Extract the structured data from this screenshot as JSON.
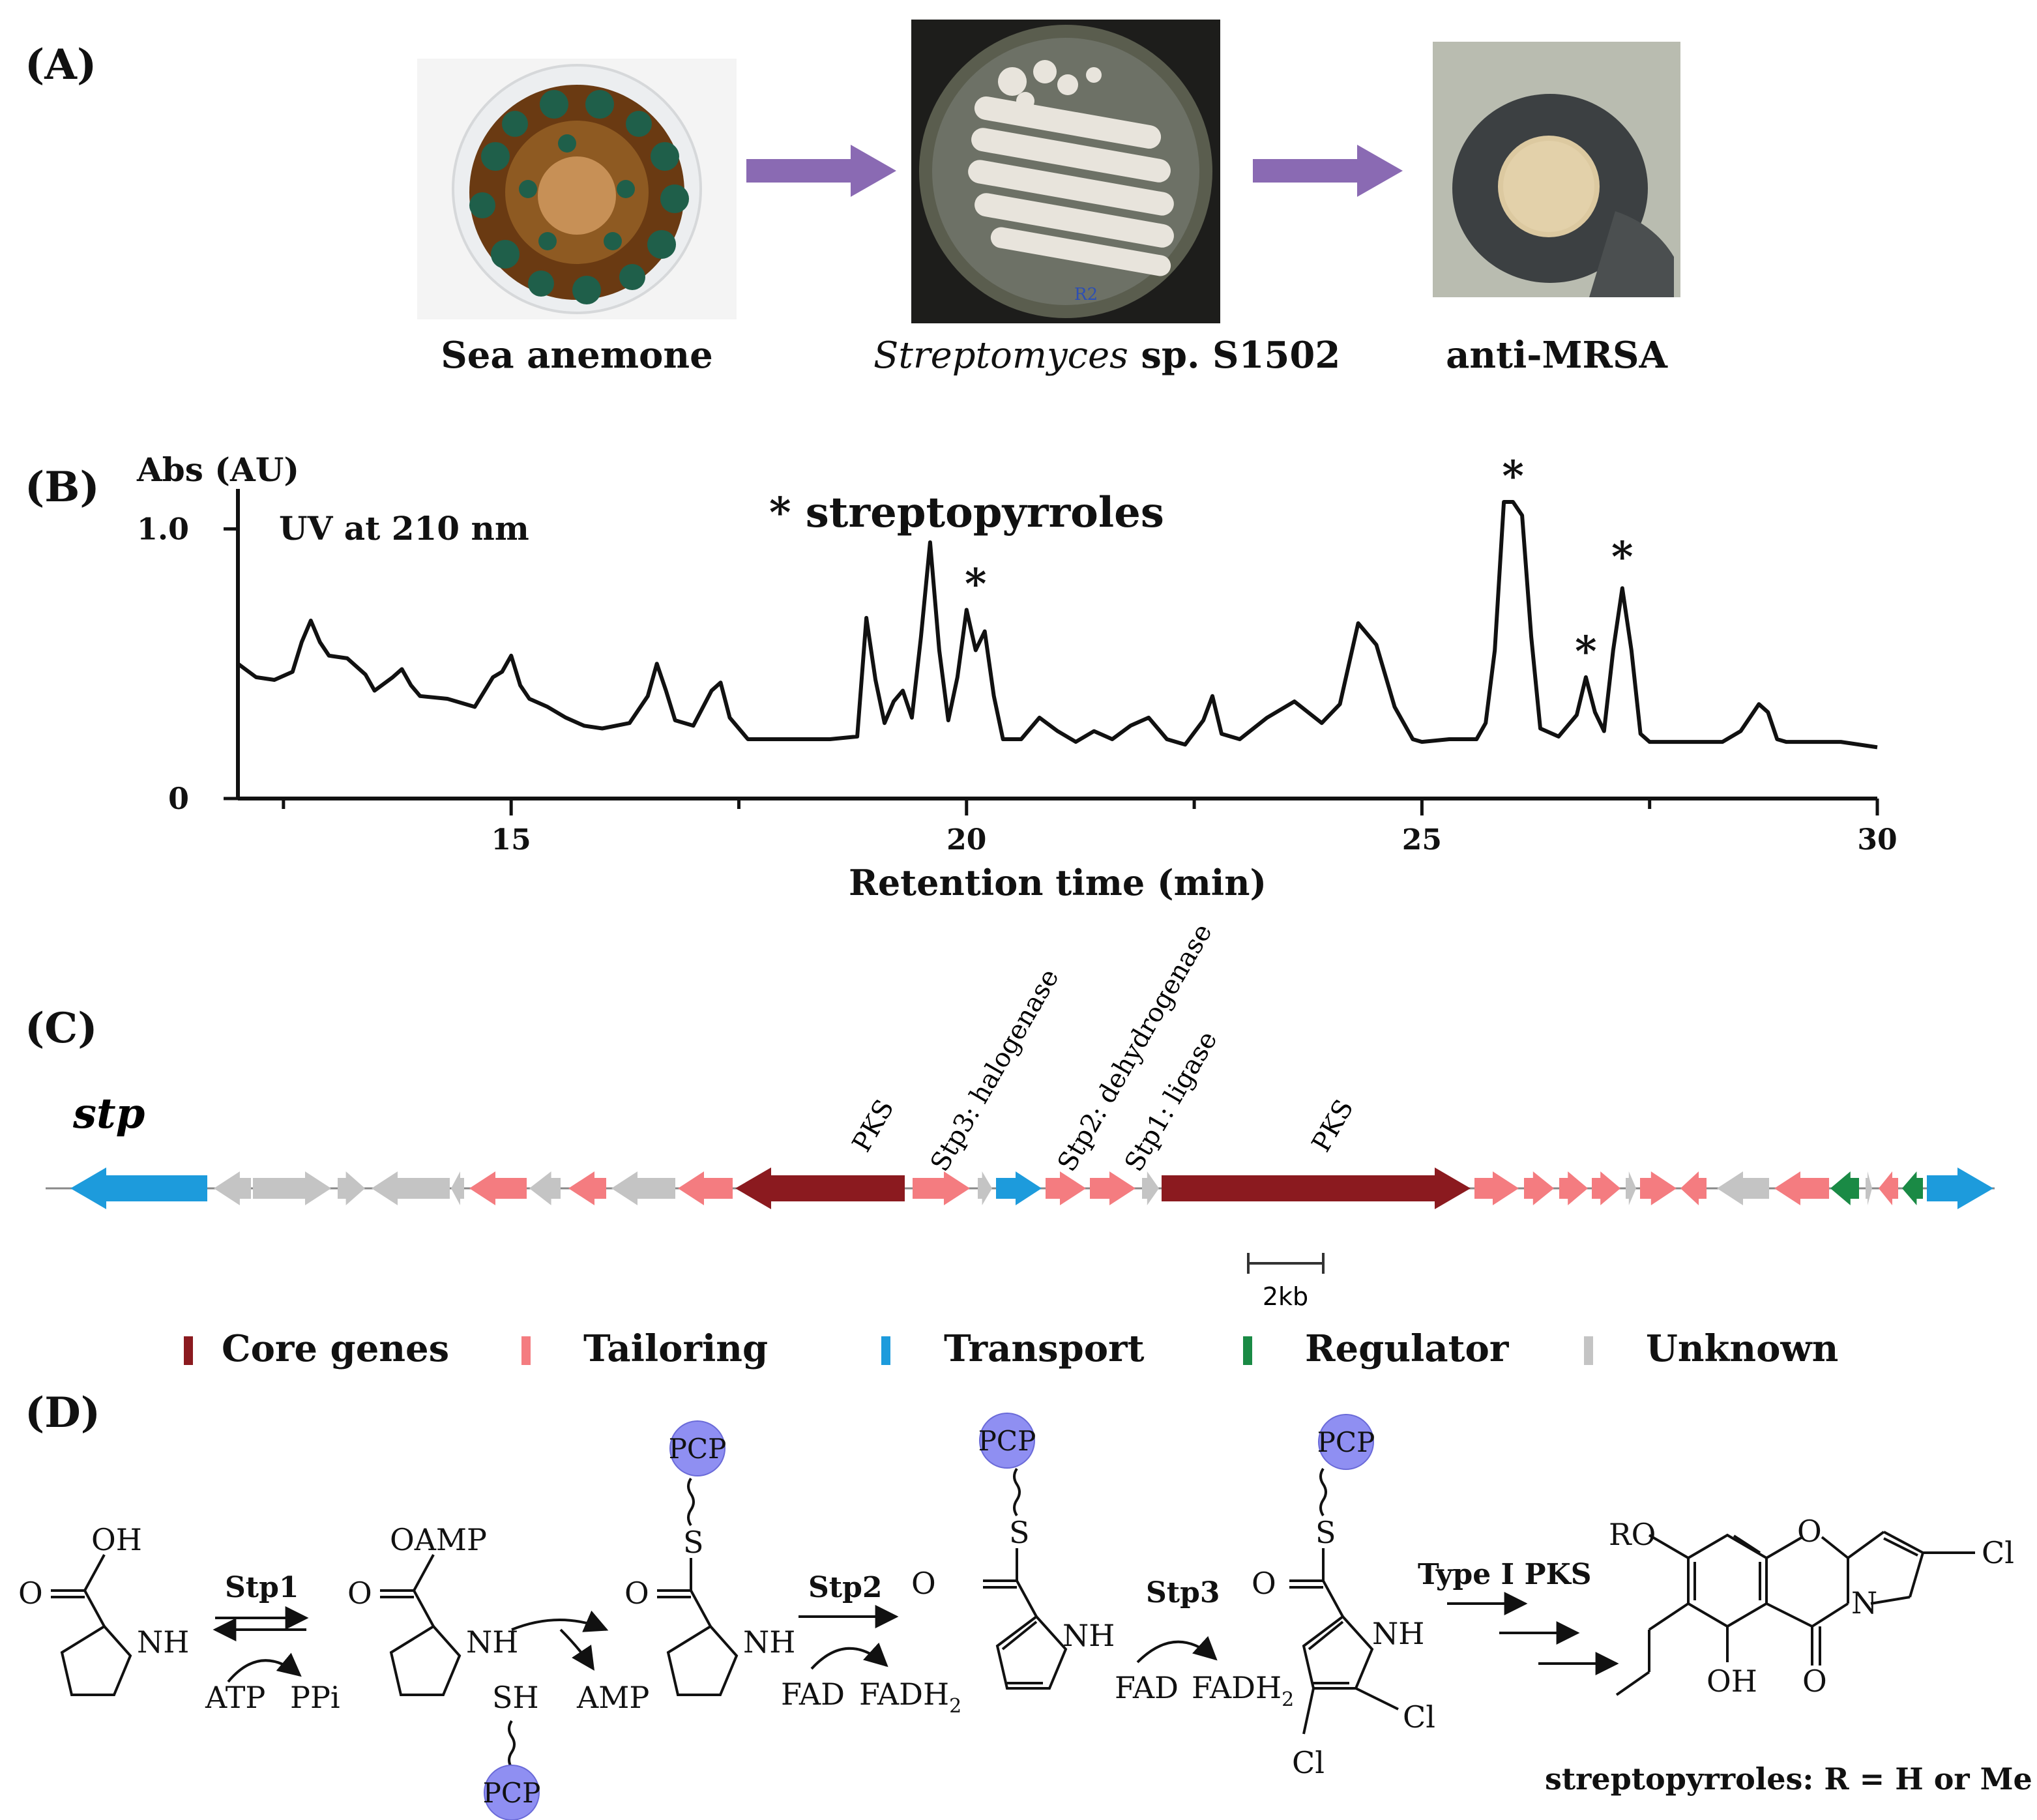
{
  "panels": {
    "a": "(A)",
    "b": "(B)",
    "c": "(C)",
    "d": "(D)"
  },
  "panel_a": {
    "caption1": "Sea anemone",
    "caption2_italic": "Streptomyces",
    "caption2_rest": " sp. S1502",
    "caption3": "anti-MRSA"
  },
  "chart_data": {
    "type": "line",
    "y_axis_title": "Abs (AU)",
    "annotation_uv": "UV at 210 nm",
    "annotation_legend": "* streptopyrroles",
    "xlabel": "Retention time (min)",
    "xlim": [
      12.0,
      30.0
    ],
    "ylim": [
      0,
      1.1
    ],
    "x_ticks": [
      15,
      20,
      25,
      30
    ],
    "y_ticks": [
      0,
      1.0
    ],
    "y_tick_labels": [
      "0",
      "1.0"
    ],
    "series": [
      {
        "x": [
          12.0,
          12.2,
          12.4,
          12.6,
          12.7,
          12.8,
          12.9,
          13.0,
          13.2,
          13.4,
          13.5,
          13.7,
          13.8,
          13.9,
          14.0,
          14.3,
          14.6,
          14.8,
          14.9,
          15.0,
          15.1,
          15.2,
          15.4,
          15.6,
          15.8,
          16.0,
          16.3,
          16.5,
          16.6,
          16.7,
          16.8,
          17.0,
          17.2,
          17.3,
          17.4,
          17.6,
          18.0,
          18.5,
          18.8,
          18.9,
          19.0,
          19.1,
          19.2,
          19.3,
          19.4,
          19.5,
          19.6,
          19.7,
          19.8,
          19.9,
          20.0,
          20.1,
          20.2,
          20.3,
          20.4,
          20.6,
          20.8,
          21.0,
          21.2,
          21.4,
          21.6,
          21.8,
          22.0,
          22.2,
          22.4,
          22.6,
          22.7,
          22.8,
          23.0,
          23.3,
          23.6,
          23.9,
          24.1,
          24.3,
          24.5,
          24.7,
          24.9,
          25.0,
          25.3,
          25.6,
          25.7,
          25.8,
          25.9,
          26.0,
          26.1,
          26.2,
          26.3,
          26.5,
          26.7,
          26.8,
          26.9,
          27.0,
          27.1,
          27.2,
          27.3,
          27.4,
          27.5,
          27.7,
          28.0,
          28.3,
          28.5,
          28.6,
          28.7,
          28.8,
          28.9,
          29.0,
          29.3,
          29.6,
          30.0
        ],
        "y": [
          0.5,
          0.45,
          0.44,
          0.47,
          0.58,
          0.66,
          0.58,
          0.53,
          0.52,
          0.46,
          0.4,
          0.45,
          0.48,
          0.42,
          0.38,
          0.37,
          0.34,
          0.45,
          0.47,
          0.53,
          0.42,
          0.37,
          0.34,
          0.3,
          0.27,
          0.26,
          0.28,
          0.38,
          0.5,
          0.4,
          0.29,
          0.27,
          0.4,
          0.43,
          0.3,
          0.22,
          0.22,
          0.22,
          0.23,
          0.67,
          0.44,
          0.28,
          0.36,
          0.4,
          0.3,
          0.6,
          0.95,
          0.55,
          0.29,
          0.45,
          0.7,
          0.55,
          0.62,
          0.38,
          0.22,
          0.22,
          0.3,
          0.25,
          0.21,
          0.25,
          0.22,
          0.27,
          0.3,
          0.22,
          0.2,
          0.29,
          0.38,
          0.24,
          0.22,
          0.3,
          0.36,
          0.28,
          0.35,
          0.65,
          0.57,
          0.34,
          0.22,
          0.21,
          0.22,
          0.22,
          0.28,
          0.55,
          1.1,
          1.1,
          1.05,
          0.6,
          0.26,
          0.23,
          0.31,
          0.45,
          0.32,
          0.25,
          0.55,
          0.78,
          0.55,
          0.24,
          0.21,
          0.21,
          0.21,
          0.21,
          0.25,
          0.3,
          0.35,
          0.32,
          0.22,
          0.21,
          0.21,
          0.21,
          0.19
        ]
      }
    ],
    "asterisks": [
      {
        "x": 20.1,
        "y": 0.7,
        "label": "*"
      },
      {
        "x": 26.0,
        "y": 1.1,
        "label": "*"
      },
      {
        "x": 26.8,
        "y": 0.45,
        "label": "*"
      },
      {
        "x": 27.2,
        "y": 0.8,
        "label": "*"
      }
    ],
    "line_color": "#111111"
  },
  "panel_c": {
    "cluster_name": "stp",
    "labels": {
      "pks1": "PKS",
      "halogenase": "Stp3: halogenase",
      "dehydrogenase": "Stp2: dehydrogenase",
      "ligase": "Stp1: ligase",
      "pks2": "PKS"
    },
    "scale_bar": "2kb",
    "legend": [
      {
        "label": "Core genes",
        "color": "#8b1a1f"
      },
      {
        "label": "Tailoring",
        "color": "#f47c80"
      },
      {
        "label": "Transport",
        "color": "#1d9bdc"
      },
      {
        "label": "Regulator",
        "color": "#1a8a45"
      },
      {
        "label": "Unknown",
        "color": "#c4c4c4"
      }
    ]
  },
  "panel_d": {
    "pcp": "PCP",
    "oh": "OH",
    "o": "O",
    "nh": "NH",
    "oamp": "OAMP",
    "sh": "SH",
    "s": "S",
    "n": "N",
    "cl": "Cl",
    "ro": "RO",
    "step1": "Stp1",
    "atp": "ATP",
    "ppi": "PPi",
    "amp": "AMP",
    "step2": "Stp2",
    "fad": "FAD",
    "fadh": "FADH",
    "sub2": "2",
    "step3": "Stp3",
    "step4": "Type I PKS",
    "product_caption": "streptopyrroles: R = H or Me",
    "pcp_color": "#8f8ff2"
  }
}
